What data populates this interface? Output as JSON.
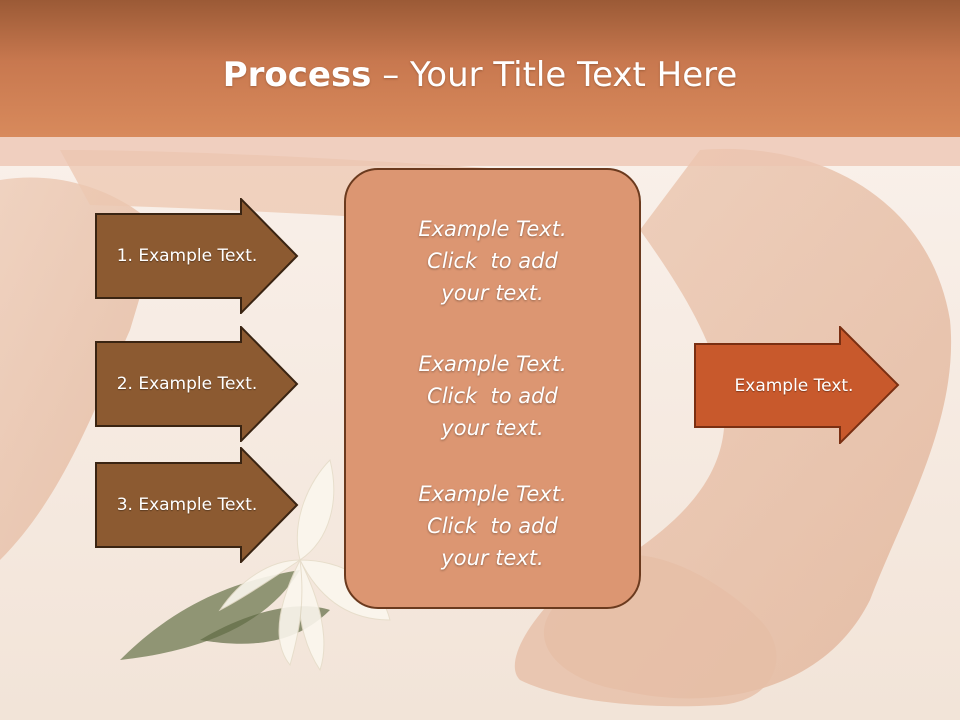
{
  "title": {
    "bold": "Process",
    "rest": " – Your Title Text Here"
  },
  "left_arrows": [
    {
      "label": "1. Example Text."
    },
    {
      "label": "2. Example Text."
    },
    {
      "label": "3. Example Text."
    }
  ],
  "center_box": {
    "blocks": [
      {
        "line1": "Example Text.",
        "line2": "Click  to add",
        "line3": "your text."
      },
      {
        "line1": "Example Text.",
        "line2": "Click  to add",
        "line3": "your text."
      },
      {
        "line1": "Example Text.",
        "line2": "Click  to add",
        "line3": "your text."
      }
    ]
  },
  "right_arrow": {
    "label": "Example Text."
  },
  "colors": {
    "header": "#c8784f",
    "left_arrow_fill": "#8c5a31",
    "left_arrow_stroke": "#3a2412",
    "center_box_fill": "#dc9672",
    "right_arrow_fill": "#c8592c"
  }
}
